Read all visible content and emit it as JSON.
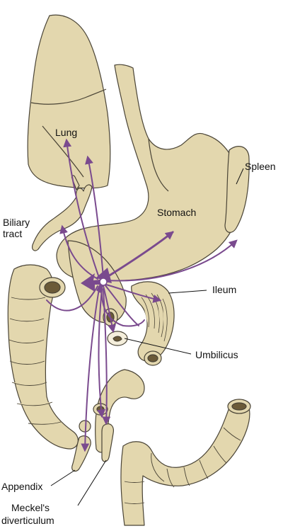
{
  "labels": {
    "lung": "Lung",
    "spleen": "Spleen",
    "stomach": "Stomach",
    "biliary_line1": "Biliary",
    "biliary_line2": "tract",
    "ileum": "Ileum",
    "umbilicus": "Umbilicus",
    "appendix": "Appendix",
    "meckels_line1": "Meckel's",
    "meckels_line2": "diverticulum"
  },
  "colors": {
    "organ_fill": "#e3d7ae",
    "organ_stroke": "#4a4436",
    "organ_shade": "#cfc195",
    "arrow": "#7a4a8e",
    "text": "#111111"
  }
}
